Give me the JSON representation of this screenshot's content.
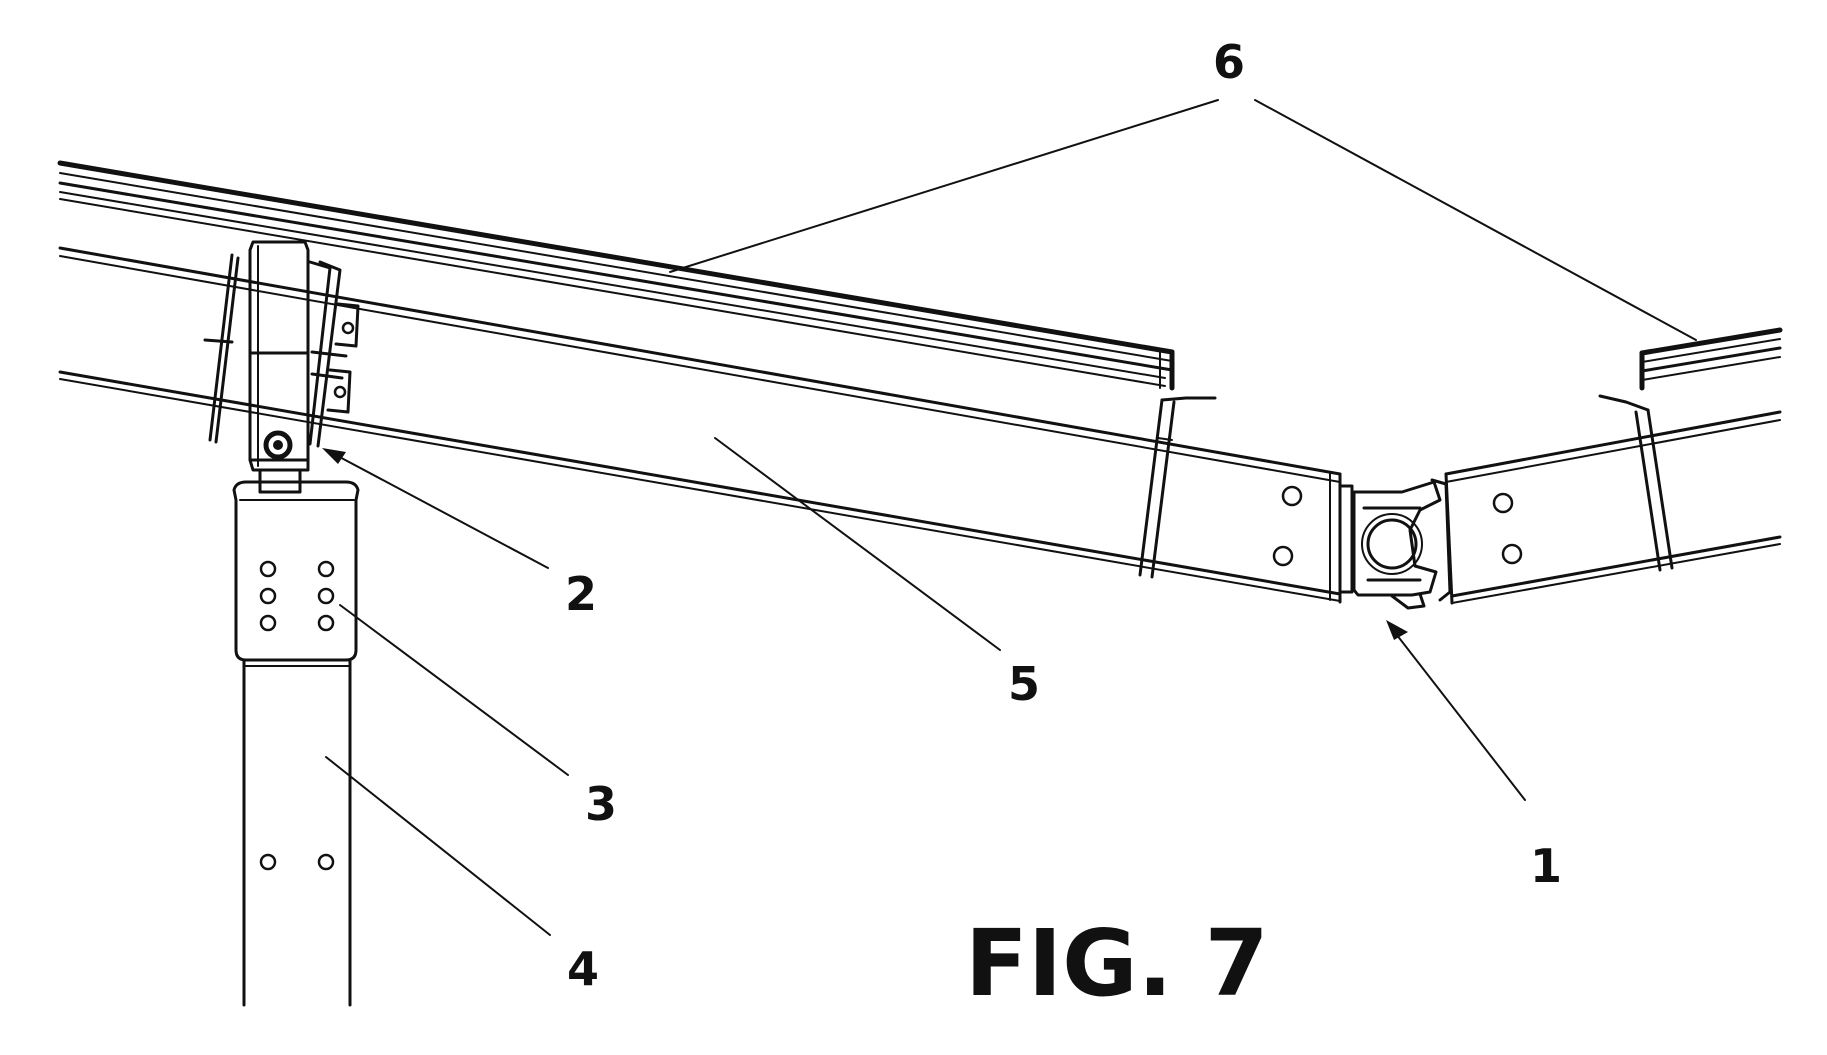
{
  "figure": {
    "caption": "FIG. 7",
    "labels": {
      "l1": "1",
      "l2": "2",
      "l3": "3",
      "l4": "4",
      "l5": "5",
      "l6": "6"
    }
  }
}
